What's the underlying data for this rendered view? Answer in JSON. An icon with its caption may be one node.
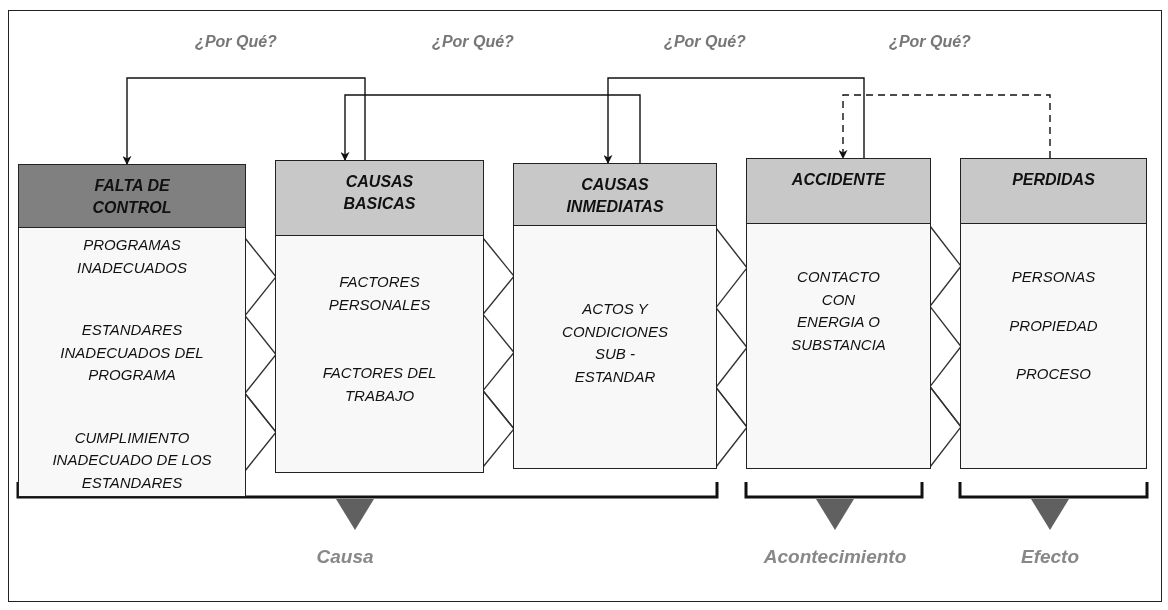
{
  "diagram": {
    "nodes": [
      {
        "text": [
          "FALTA DE CONTROL",
          "PROGRAMAS INADECUADOS",
          "ESTANDARES INADECUADOS DEL PROGRAMA",
          "CUMPLIMIENTO INADECUADO DE LOS ESTANDARES"
        ]
      },
      {
        "text": [
          "CAUSAS BASICAS",
          "FACTORES PERSONALES",
          "FACTORES DEL TRABAJO"
        ]
      },
      {
        "text": [
          "CAUSAS INMEDIATAS",
          "ACTOS Y CONDICIONES SUB - ESTANDAR"
        ]
      },
      {
        "text": [
          "ACCIDENTE",
          "CONTACTO CON ENERGIA O SUBSTANCIA"
        ]
      },
      {
        "text": [
          "PERDIDAS",
          "PERSONAS",
          "PROPIEDAD",
          "PROCESO"
        ]
      }
    ],
    "edges": [
      {
        "from": 1,
        "to": 0,
        "arrow": "to",
        "label": "¿Por Qué?"
      },
      {
        "from": 2,
        "to": 1,
        "arrow": "to",
        "label": "¿Por Qué?"
      },
      {
        "from": 3,
        "to": 2,
        "arrow": "to",
        "label": "¿Por Qué?"
      },
      {
        "from": 4,
        "to": 3,
        "arrow": "to",
        "label": "¿Por Qué?",
        "style": "dashed"
      },
      {
        "from": 0,
        "to": 1,
        "arrow": "to"
      },
      {
        "from": 1,
        "to": 2,
        "arrow": "to"
      },
      {
        "from": 2,
        "to": 3,
        "arrow": "to"
      },
      {
        "from": 3,
        "to": 4,
        "arrow": "to"
      }
    ],
    "labels": [
      "Causa",
      "Acontecimiento",
      "Efecto"
    ]
  }
}
